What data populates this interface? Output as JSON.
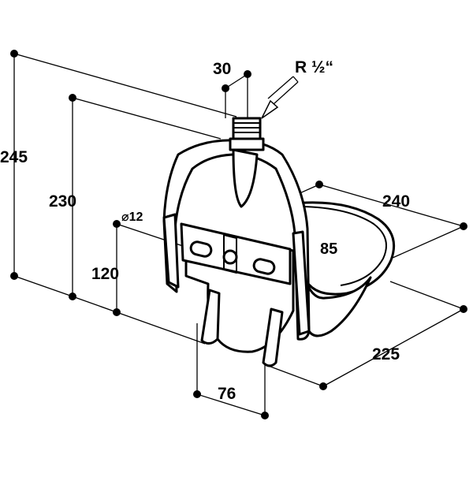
{
  "labels": {
    "d245": "245",
    "d230": "230",
    "d120": "120",
    "d12": "⌀12",
    "d30": "30",
    "thread": "R ½“",
    "d240": "240",
    "d85": "85",
    "d225": "225",
    "d76": "76"
  }
}
